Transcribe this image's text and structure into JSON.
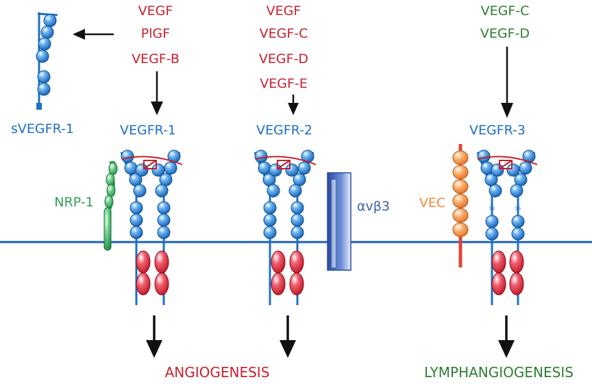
{
  "colors": {
    "ligand_red": "#c8202f",
    "ligand_green": "#2e7d32",
    "receptor_blue": "#1e6fc0",
    "membrane": "#1a5fb4",
    "ig_domain": "#2e86de",
    "kinase_domain": "#e0283a",
    "vegf_bar": "#c0202c",
    "nrp1": "#2f9e57",
    "vec": "#f08a3c",
    "integrin": "#3b5fb0"
  },
  "ligands_r1": [
    "VEGF",
    "PlGF",
    "VEGF-B"
  ],
  "ligands_r2": [
    "VEGF",
    "VEGF-C",
    "VEGF-D",
    "VEGF-E"
  ],
  "ligands_r3": [
    "VEGF-C",
    "VEGF-D"
  ],
  "receptors": {
    "soluble": "sVEGFR-1",
    "r1": "VEGFR-1",
    "r2": "VEGFR-2",
    "r3": "VEGFR-3"
  },
  "coreceptors": {
    "nrp1": "NRP-1",
    "integrin": "αvβ3",
    "vec": "VEC"
  },
  "disulfide": "ss",
  "outcomes": {
    "angiogenesis": "ANGIOGENESIS",
    "lymphangiogenesis": "LYMPHANGIOGENESIS"
  }
}
